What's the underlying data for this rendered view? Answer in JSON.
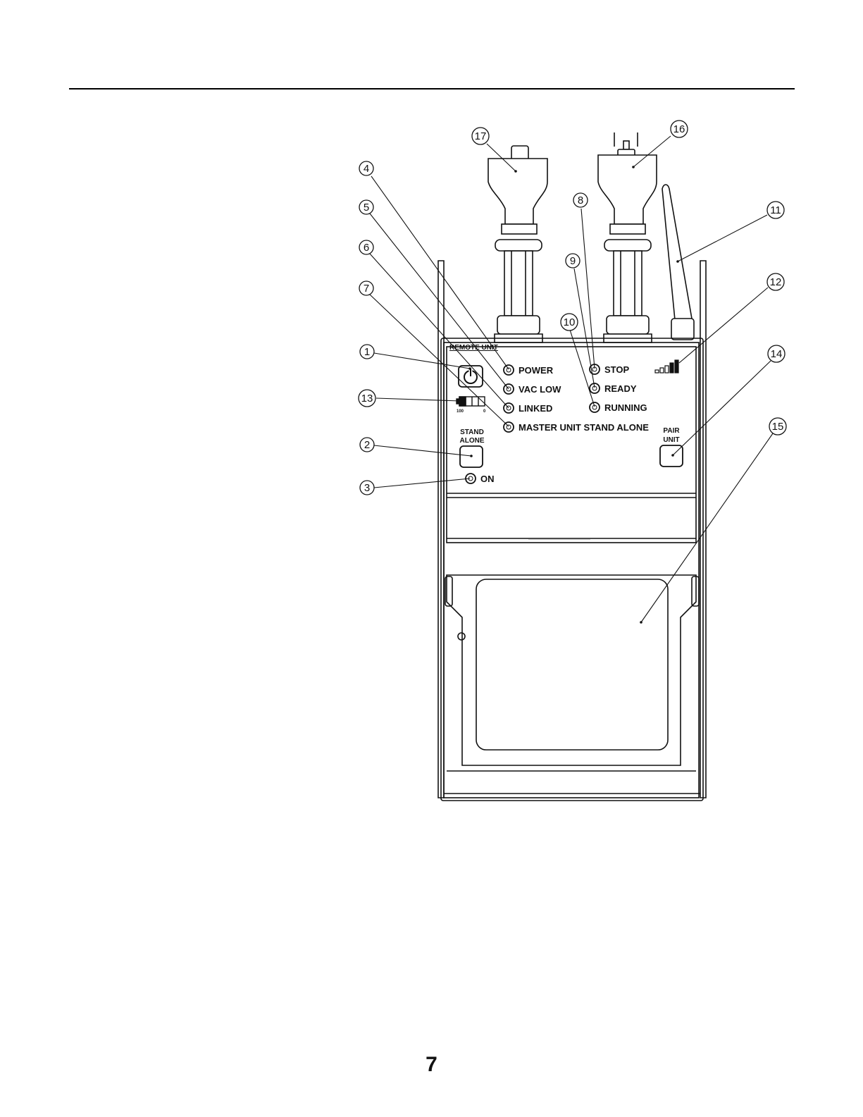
{
  "page": {
    "number": "7"
  },
  "device": {
    "panel_title": "REMOTE UNIT",
    "indicators_left": [
      {
        "id": "power",
        "label": "POWER"
      },
      {
        "id": "vac-low",
        "label": "VAC LOW"
      },
      {
        "id": "linked",
        "label": "LINKED"
      },
      {
        "id": "master-unit-stand-alone",
        "label": "MASTER UNIT STAND ALONE"
      }
    ],
    "indicators_right": [
      {
        "id": "stop",
        "label": "STOP"
      },
      {
        "id": "ready",
        "label": "READY"
      },
      {
        "id": "running",
        "label": "RUNNING"
      }
    ],
    "stand_alone_button": {
      "line1": "STAND",
      "line2": "ALONE"
    },
    "stand_alone_indicator": "ON",
    "pair_unit_button": {
      "line1": "PAIR",
      "line2": "UNIT"
    },
    "battery_scale": {
      "full": "100",
      "empty": "0"
    },
    "icons": [
      "power-icon",
      "signal-strength-icon",
      "battery-gauge-icon",
      "antenna-icon",
      "plug-icon"
    ]
  },
  "callouts": [
    "1",
    "2",
    "3",
    "4",
    "5",
    "6",
    "7",
    "8",
    "9",
    "10",
    "11",
    "12",
    "13",
    "14",
    "15",
    "16",
    "17"
  ]
}
